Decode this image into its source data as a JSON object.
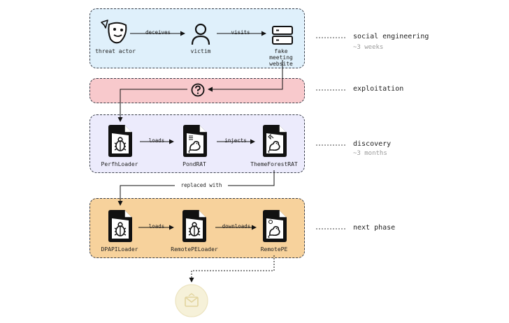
{
  "colors": {
    "social_fill": "#dff0fb",
    "exploit_fill": "#f8c9cc",
    "discovery_fill": "#ecebfc",
    "next_fill": "#f7d29c",
    "final_fill": "#f6f1d9",
    "stroke": "#111111",
    "dashed": "#3a3f4a"
  },
  "nodes": {
    "threat_actor": "threat actor",
    "victim": "victim",
    "fake_site": "fake meeting website",
    "perfhloader": "PerfhLoader",
    "pondrat": "PondRAT",
    "themeforestrat": "ThemeForestRAT",
    "dpapiloader": "DPAPILoader",
    "remotepeloader": "RemotePELoader",
    "remotepe": "RemotePE"
  },
  "edges": {
    "deceives": "deceives",
    "visits": "visits",
    "loads1": "loads",
    "injects": "injects",
    "replaced_with": "replaced with",
    "loads2": "loads",
    "downloads": "downloads"
  },
  "phases": [
    {
      "name": "social engineering",
      "duration": "~3 weeks"
    },
    {
      "name": "exploitation",
      "duration": ""
    },
    {
      "name": "discovery",
      "duration": "~3 months"
    },
    {
      "name": "next phase",
      "duration": ""
    }
  ],
  "icons": {
    "threat_actor": "theater-masks-icon",
    "victim": "user-icon",
    "fake_site": "server-icon",
    "exploit": "question-circle-icon",
    "loader": "bug-file-icon",
    "rat": "rat-file-icon",
    "final": "envelope-icon"
  }
}
